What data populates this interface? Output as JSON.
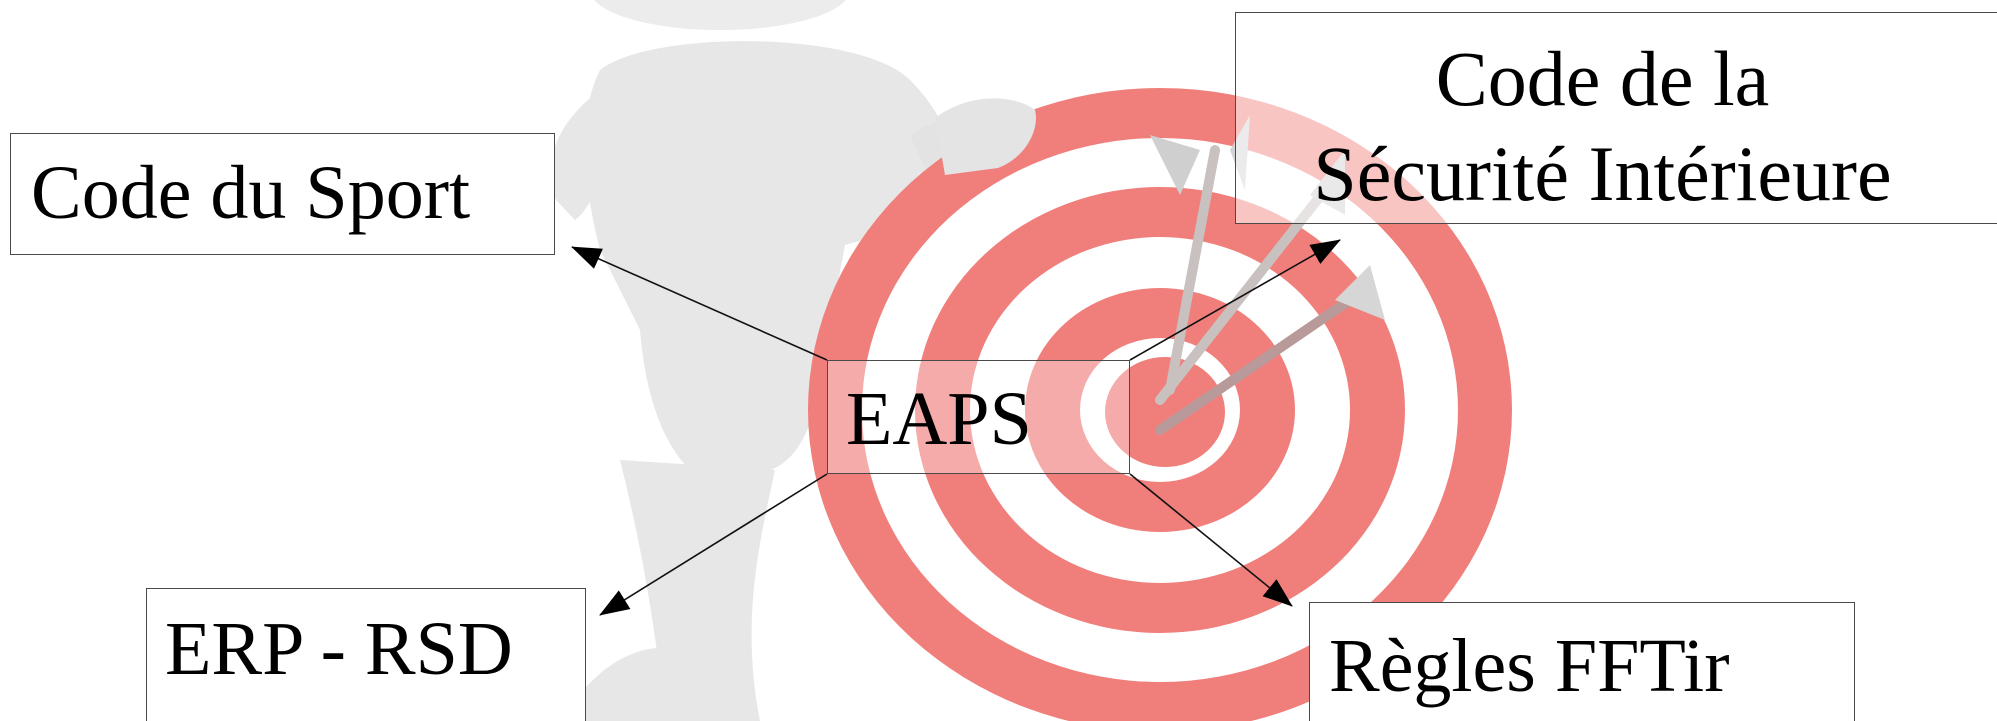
{
  "diagram": {
    "nodes": {
      "center": "EAPS",
      "code_sport": "Code du Sport",
      "code_securite": {
        "line1": "Code de la",
        "line2": "Sécurité Intérieure"
      },
      "erp_rsd": "ERP - RSD",
      "regles_fftir": "Règles FFTir"
    },
    "edges": [
      {
        "from": "EAPS",
        "to": "Code du Sport"
      },
      {
        "from": "EAPS",
        "to": "Code de la Sécurité Intérieure"
      },
      {
        "from": "EAPS",
        "to": "ERP - RSD"
      },
      {
        "from": "EAPS",
        "to": "Règles FFTir"
      }
    ]
  },
  "background": {
    "subject": "figure-leaning-on-target-icon",
    "target_color": "#f07f7b",
    "figure_color": "#e6e6e6"
  }
}
